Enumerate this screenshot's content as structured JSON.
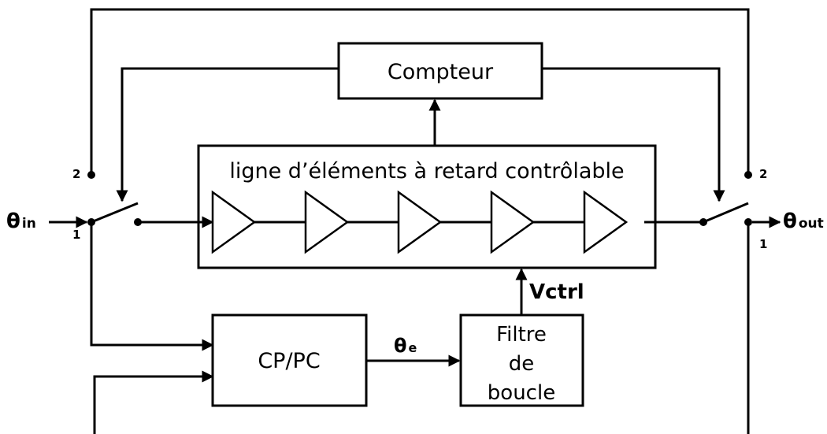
{
  "blocks": {
    "counter": "Compteur",
    "delay_line": "ligne d’éléments à retard contrôlable",
    "phase_comparator": "CP/PC",
    "loop_filter": [
      "Filtre",
      "de",
      "boucle"
    ]
  },
  "signals": {
    "input": {
      "symbol": "θ",
      "subscript": "in"
    },
    "output": {
      "symbol": "θ",
      "subscript": "out"
    },
    "error": {
      "symbol": "θ",
      "subscript": "e"
    },
    "control": "Vctrl"
  },
  "switch_positions": {
    "input_top": "2",
    "input_bottom": "1",
    "output_top": "2",
    "output_bottom": "1"
  },
  "delay_elements": 5
}
